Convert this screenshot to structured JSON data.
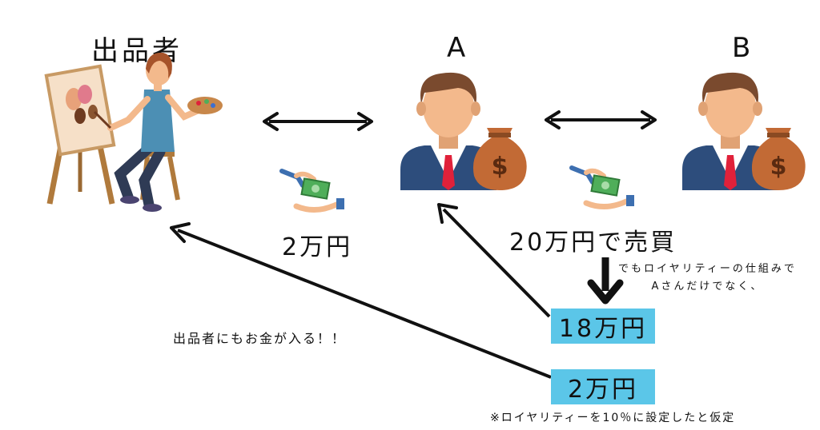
{
  "labels": {
    "seller_title": "出品者",
    "buyer_a": "A",
    "buyer_b": "B",
    "first_price": "2万円",
    "resale_price": "20万円で売買",
    "royalty_note_line1": "でもロイヤリティーの仕組みで",
    "royalty_note_line2": "Aさんだけでなく、",
    "amount_a": "18万円",
    "amount_seller": "2万円",
    "seller_gets_money": "出品者にもお金が入る！！",
    "assumption": "※ロイヤリティーを10％に設定したと仮定"
  },
  "colors": {
    "box": "#5bc6e8",
    "suit": "#2d4d7c",
    "skin": "#f3b98c",
    "hair": "#7a4a2e",
    "tie": "#e0213a",
    "bag": "#c26a35",
    "cash": "#4fae5a"
  },
  "icons": [
    "painter-illustration",
    "businessman-a-icon",
    "businessman-b-icon",
    "money-bag-icon",
    "cash-handover-icon"
  ]
}
